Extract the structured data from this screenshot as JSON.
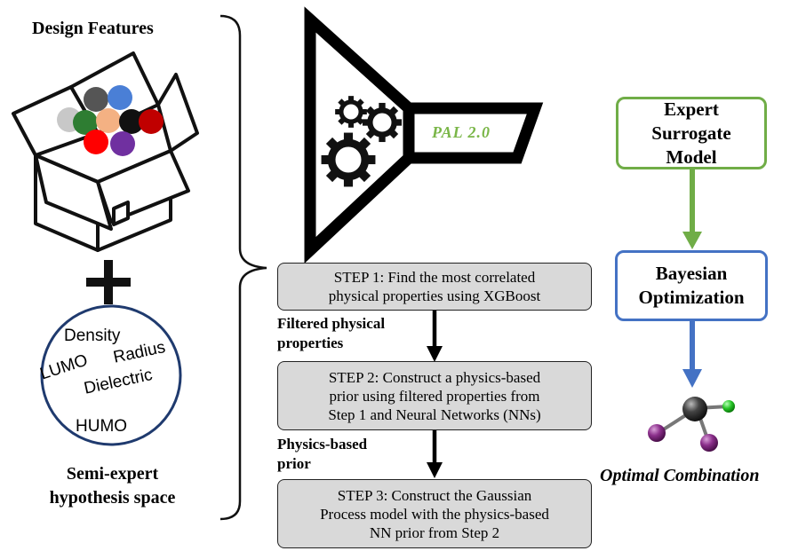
{
  "left_panel": {
    "title": "Design Features",
    "plus_symbol": "+",
    "hypothesis_words": [
      "Density",
      "LUMO",
      "Radius",
      "Dielectric",
      "HUMO"
    ],
    "caption_lines": [
      "Semi-expert",
      "hypothesis space"
    ]
  },
  "funnel": {
    "label": "PAL 2.0",
    "label_color": "#7ab648"
  },
  "steps": [
    {
      "lines": [
        "STEP 1: Find the most correlated",
        "physical properties using XGBoost"
      ]
    },
    {
      "lines": [
        "STEP 2: Construct a physics-based",
        "prior using filtered properties from",
        "Step 1 and Neural Networks (NNs)"
      ]
    },
    {
      "lines": [
        "STEP 3: Construct the Gaussian",
        "Process model with the physics-based",
        "NN prior from Step 2"
      ]
    }
  ],
  "arrow_labels": [
    {
      "lines": [
        "Filtered physical",
        "properties"
      ]
    },
    {
      "lines": [
        "Physics-based",
        "prior"
      ]
    }
  ],
  "right_panel": {
    "surrogate": {
      "lines": [
        "Expert",
        "Surrogate",
        "Model"
      ],
      "border_color": "#70ad47"
    },
    "optimizer": {
      "lines": [
        "Bayesian",
        "Optimization"
      ],
      "border_color": "#4472c4"
    },
    "result": "Optimal Combination"
  },
  "ball_colors": [
    "#555555",
    "#4a7fd6",
    "#c8c8c8",
    "#2e7d32",
    "#f4b183",
    "#111111",
    "#c00000",
    "#ff0000",
    "#7030a0"
  ]
}
